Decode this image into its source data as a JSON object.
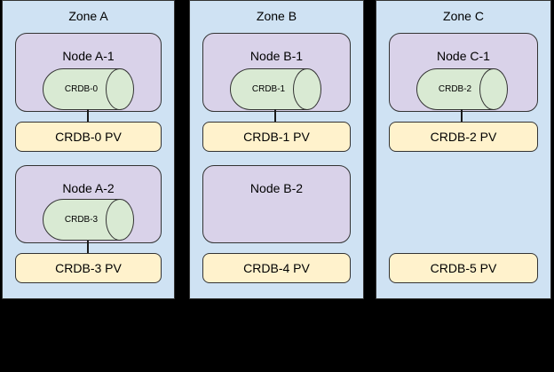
{
  "colors": {
    "background": "#000000",
    "zone_fill": "#cfe2f3",
    "node_fill": "#d9d2e9",
    "pod_fill": "#d9ead3",
    "pv_fill": "#fff2cc",
    "border": "#333333"
  },
  "zones": [
    {
      "label": "Zone A",
      "rows": [
        {
          "node_label": "Node A-1",
          "pod_label": "CRDB-0",
          "pv_label": "CRDB-0 PV"
        },
        {
          "node_label": "Node A-2",
          "pod_label": "CRDB-3",
          "pv_label": "CRDB-3 PV"
        }
      ]
    },
    {
      "label": "Zone B",
      "rows": [
        {
          "node_label": "Node B-1",
          "pod_label": "CRDB-1",
          "pv_label": "CRDB-1 PV"
        },
        {
          "node_label": "Node B-2",
          "pod_label": null,
          "pv_label": "CRDB-4 PV"
        }
      ]
    },
    {
      "label": "Zone C",
      "rows": [
        {
          "node_label": "Node C-1",
          "pod_label": "CRDB-2",
          "pv_label": "CRDB-2 PV"
        },
        {
          "node_label": null,
          "pod_label": null,
          "pv_label": "CRDB-5 PV"
        }
      ]
    }
  ]
}
